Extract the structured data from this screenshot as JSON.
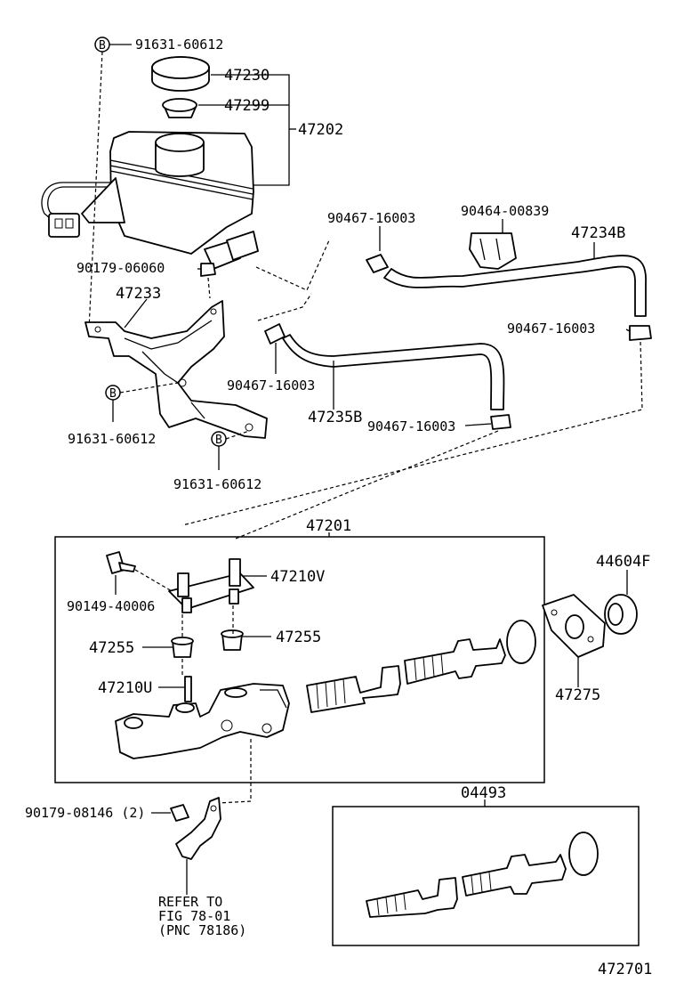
{
  "labels": {
    "bolt_b_top": "91631-60612",
    "cap": "47230",
    "strainer": "47299",
    "reservoir_set": "47202",
    "nut_90179_06060": "90179-06060",
    "bracket": "47233",
    "bolt_b_left": "91631-60612",
    "bolt_b_bottom": "91631-60612",
    "clip_left_top": "90467-16003",
    "clamp_90464": "90464-00839",
    "hose_47234b": "47234B",
    "clip_right": "90467-16003",
    "clip_mid": "90467-16003",
    "hose_47235b": "47235B",
    "clip_lower": "90467-16003",
    "master_cyl_assy": "47201",
    "screw_90149": "90149-40006",
    "plate_47210v": "47210V",
    "grommet_left": "47255",
    "grommet_right": "47255",
    "pin_47210u": "47210U",
    "seal_44604f": "44604F",
    "gasket_47275": "47275",
    "kit_04493": "04493",
    "nut_90179_08146": "90179-08146 (2)",
    "refer_line1": "REFER TO",
    "refer_line2": "FIG 78-01",
    "refer_line3": "(PNC 78186)",
    "figure_no": "472701"
  },
  "markers": {
    "b_symbol": "B"
  }
}
